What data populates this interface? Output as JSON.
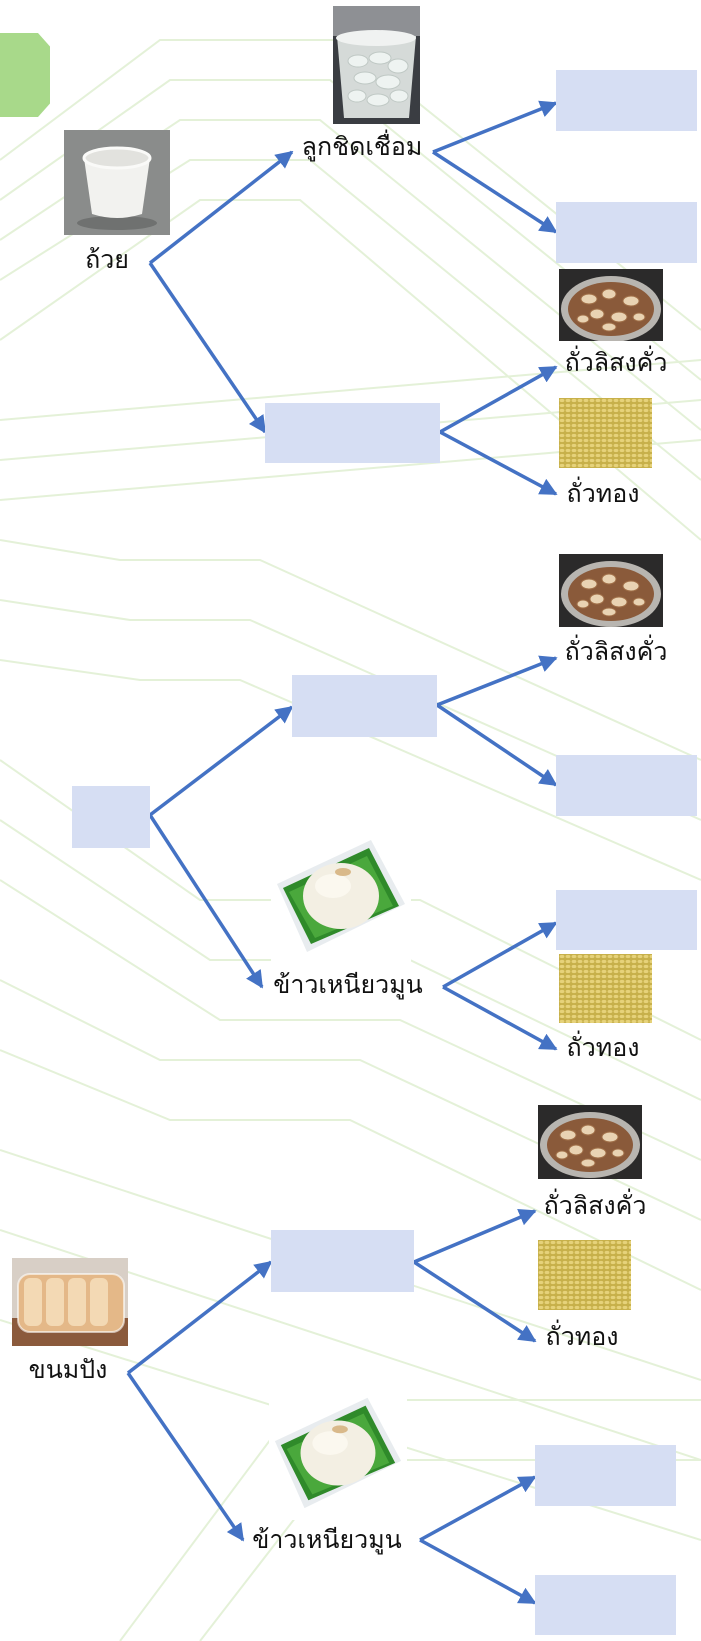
{
  "diagrams": [
    {
      "root": "ถ้วย",
      "branches": [
        {
          "item": "ลูกชิดเชื่อม",
          "leaves": [
            "",
            ""
          ]
        },
        {
          "item": "",
          "leaves": [
            "ถั่วลิสงคั่ว",
            "ถั่วทอง"
          ]
        }
      ]
    },
    {
      "root": "",
      "branches": [
        {
          "item": "",
          "leaves": [
            "ถั่วลิสงคั่ว",
            ""
          ]
        },
        {
          "item": "ข้าวเหนียวมูน",
          "leaves": [
            "",
            "ถั่วทอง"
          ]
        }
      ]
    },
    {
      "root": "ขนมปัง",
      "branches": [
        {
          "item": "",
          "leaves": [
            "ถั่วลิสงคั่ว",
            "ถั่วทอง"
          ]
        },
        {
          "item": "ข้าวเหนียวมูน",
          "leaves": [
            "",
            ""
          ]
        }
      ]
    }
  ],
  "colors": {
    "arrow": "#4472c4",
    "blank_box": "#d6def3",
    "corner_tab": "#a8d98a",
    "background_lines": "#e4f1d8"
  }
}
